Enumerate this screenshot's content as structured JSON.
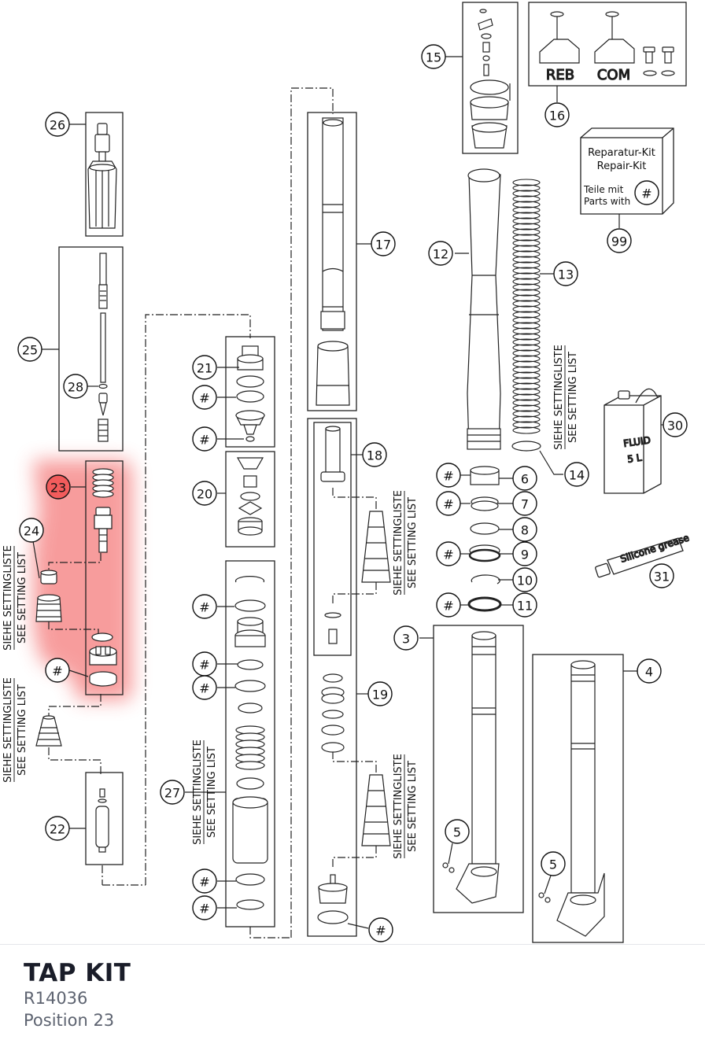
{
  "labels": {
    "p3": "3",
    "p4": "4",
    "p5": "5",
    "p6": "6",
    "p7": "7",
    "p8": "8",
    "p9": "9",
    "p10": "10",
    "p11": "11",
    "p12": "12",
    "p13": "13",
    "p14": "14",
    "p15": "15",
    "p16": "16",
    "p17": "17",
    "p18": "18",
    "p19": "19",
    "p20": "20",
    "p21": "21",
    "p22": "22",
    "p23": "23",
    "p24": "24",
    "p25": "25",
    "p26": "26",
    "p27": "27",
    "p28": "28",
    "p30": "30",
    "p31": "31",
    "p99": "99",
    "hash": "#"
  },
  "setting_note": {
    "de": "SIEHE SETTINGLISTE",
    "en": "SEE SETTING LIST"
  },
  "valve_labels": {
    "reb": "REB",
    "com": "COM"
  },
  "repair_kit": {
    "line1": "Reparatur-Kit",
    "line2": "Repair-Kit",
    "line3": "Teile mit",
    "line4": "Parts with"
  },
  "fluid_can": {
    "line1": "FLUID",
    "line2": "5 L"
  },
  "grease_tube": {
    "text": "Silicone grease"
  },
  "highlight": {
    "position": "23",
    "color": "#f25c5c"
  },
  "footer": {
    "title": "TAP KIT",
    "code": "R14036",
    "position": "Position 23"
  }
}
